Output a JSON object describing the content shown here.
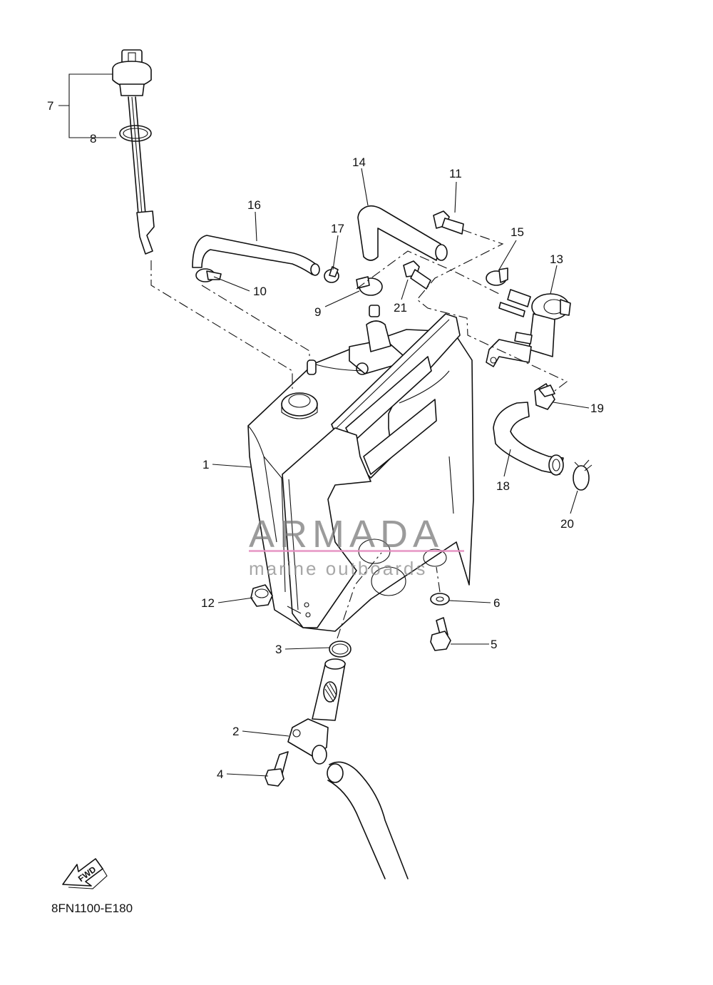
{
  "diagram_code": "8FN1100-E180",
  "fwd_label": "FWD",
  "watermark": {
    "brand": "ARMADA",
    "tagline": "marine outboards",
    "accent_color": "#e58fc0"
  },
  "callouts": [
    {
      "id": "1",
      "label": "1"
    },
    {
      "id": "2",
      "label": "2"
    },
    {
      "id": "3",
      "label": "3"
    },
    {
      "id": "4",
      "label": "4"
    },
    {
      "id": "5",
      "label": "5"
    },
    {
      "id": "6",
      "label": "6"
    },
    {
      "id": "7",
      "label": "7"
    },
    {
      "id": "8",
      "label": "8"
    },
    {
      "id": "9",
      "label": "9"
    },
    {
      "id": "10",
      "label": "10"
    },
    {
      "id": "11",
      "label": "11"
    },
    {
      "id": "12",
      "label": "12"
    },
    {
      "id": "13",
      "label": "13"
    },
    {
      "id": "14",
      "label": "14"
    },
    {
      "id": "15",
      "label": "15"
    },
    {
      "id": "16",
      "label": "16"
    },
    {
      "id": "17",
      "label": "17"
    },
    {
      "id": "18",
      "label": "18"
    },
    {
      "id": "19",
      "label": "19"
    },
    {
      "id": "20",
      "label": "20"
    },
    {
      "id": "21",
      "label": "21"
    }
  ]
}
